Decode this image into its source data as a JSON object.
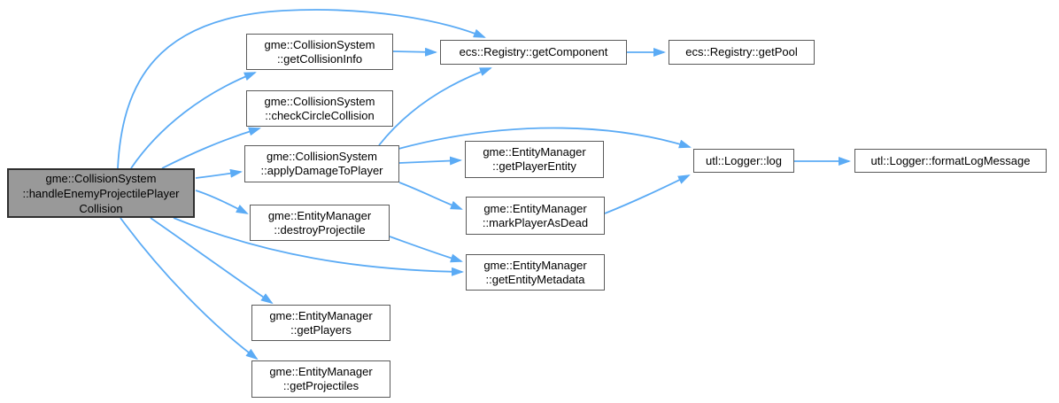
{
  "diagram": {
    "type": "doxygen-call-graph",
    "background_color": "#ffffff",
    "edge_color": "#5babf5",
    "node_fill": "#ffffff",
    "node_border_color": "#5a5a5a",
    "main_node_fill": "#999999",
    "main_node_border_color": "#2f2f2f",
    "text_color": "#000000"
  },
  "nodes": {
    "main": {
      "lines": [
        "gme::CollisionSystem",
        "::handleEnemyProjectilePlayer",
        "Collision"
      ]
    },
    "getCollisionInfo": {
      "lines": [
        "gme::CollisionSystem",
        "::getCollisionInfo"
      ]
    },
    "checkCircleCollision": {
      "lines": [
        "gme::CollisionSystem",
        "::checkCircleCollision"
      ]
    },
    "applyDamageToPlayer": {
      "lines": [
        "gme::CollisionSystem",
        "::applyDamageToPlayer"
      ]
    },
    "destroyProjectile": {
      "lines": [
        "gme::EntityManager",
        "::destroyProjectile"
      ]
    },
    "getPlayers": {
      "lines": [
        "gme::EntityManager",
        "::getPlayers"
      ]
    },
    "getProjectiles": {
      "lines": [
        "gme::EntityManager",
        "::getProjectiles"
      ]
    },
    "getComponent": {
      "lines": [
        "ecs::Registry::getComponent"
      ]
    },
    "getPool": {
      "lines": [
        "ecs::Registry::getPool"
      ]
    },
    "getPlayerEntity": {
      "lines": [
        "gme::EntityManager",
        "::getPlayerEntity"
      ]
    },
    "markPlayerAsDead": {
      "lines": [
        "gme::EntityManager",
        "::markPlayerAsDead"
      ]
    },
    "getEntityMetadata": {
      "lines": [
        "gme::EntityManager",
        "::getEntityMetadata"
      ]
    },
    "log": {
      "lines": [
        "utl::Logger::log"
      ]
    },
    "formatLogMessage": {
      "lines": [
        "utl::Logger::formatLogMessage"
      ]
    }
  },
  "edges": [
    {
      "from": "main",
      "to": "getComponent"
    },
    {
      "from": "main",
      "to": "getCollisionInfo"
    },
    {
      "from": "main",
      "to": "checkCircleCollision"
    },
    {
      "from": "main",
      "to": "applyDamageToPlayer"
    },
    {
      "from": "main",
      "to": "destroyProjectile"
    },
    {
      "from": "main",
      "to": "getEntityMetadata"
    },
    {
      "from": "main",
      "to": "getPlayers"
    },
    {
      "from": "main",
      "to": "getProjectiles"
    },
    {
      "from": "getCollisionInfo",
      "to": "getComponent"
    },
    {
      "from": "getComponent",
      "to": "getPool"
    },
    {
      "from": "applyDamageToPlayer",
      "to": "getComponent"
    },
    {
      "from": "applyDamageToPlayer",
      "to": "getPlayerEntity"
    },
    {
      "from": "applyDamageToPlayer",
      "to": "log"
    },
    {
      "from": "applyDamageToPlayer",
      "to": "markPlayerAsDead"
    },
    {
      "from": "destroyProjectile",
      "to": "getEntityMetadata"
    },
    {
      "from": "markPlayerAsDead",
      "to": "log"
    },
    {
      "from": "log",
      "to": "formatLogMessage"
    }
  ]
}
